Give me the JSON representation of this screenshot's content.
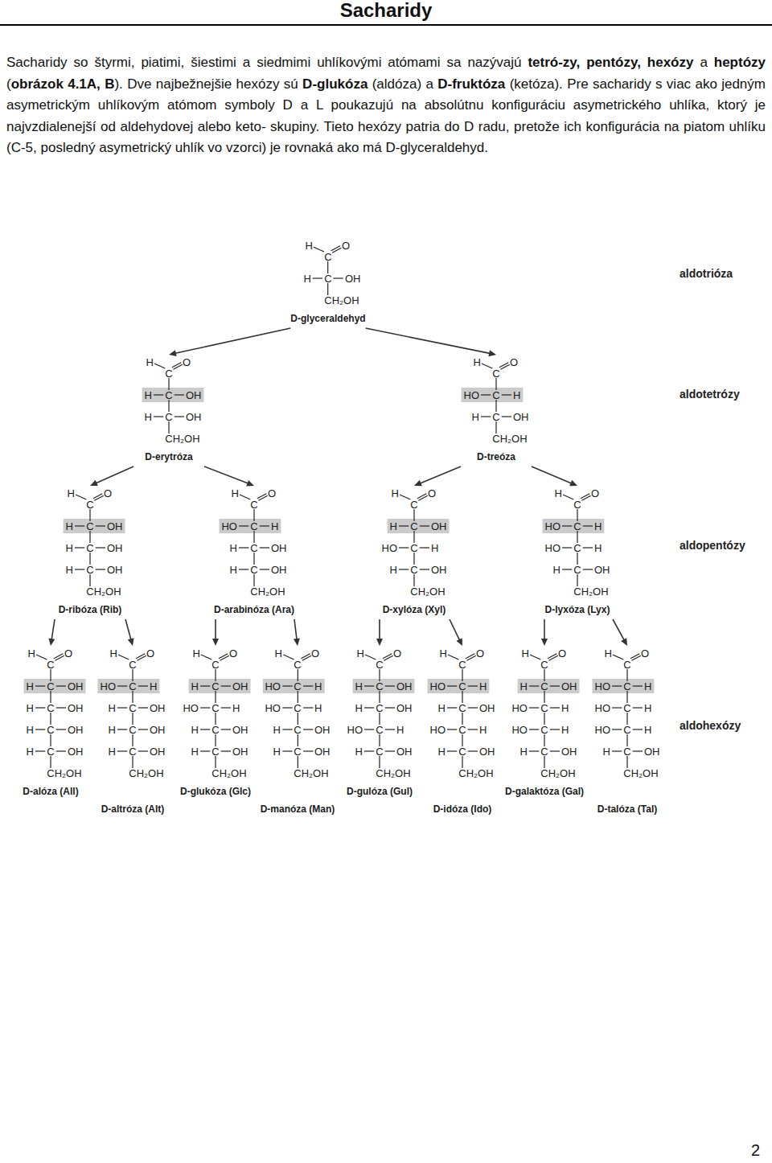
{
  "diagram": {
    "title": "Sacharidy",
    "nodes": [
      {
        "text": [
          "H",
          "C",
          "O",
          "H",
          "C",
          "OH",
          "CH₂OH",
          "D-glyceraldehyd"
        ]
      },
      {
        "text": [
          "H",
          "C",
          "O",
          "H",
          "C",
          "OH",
          "H",
          "C",
          "OH",
          "CH₂OH",
          "D-erytróza"
        ]
      },
      {
        "text": [
          "H",
          "C",
          "O",
          "HO",
          "C",
          "H",
          "H",
          "C",
          "OH",
          "CH₂OH",
          "D-treóza"
        ]
      },
      {
        "text": [
          "H",
          "C",
          "O",
          "H",
          "C",
          "OH",
          "H",
          "C",
          "OH",
          "H",
          "C",
          "OH",
          "CH₂OH",
          "D-ribóza (Rib)"
        ]
      },
      {
        "text": [
          "H",
          "C",
          "O",
          "HO",
          "C",
          "H",
          "H",
          "C",
          "OH",
          "H",
          "C",
          "OH",
          "CH₂OH",
          "D-arabinóza (Ara)"
        ]
      },
      {
        "text": [
          "H",
          "C",
          "O",
          "H",
          "C",
          "OH",
          "HO",
          "C",
          "H",
          "H",
          "C",
          "OH",
          "CH₂OH",
          "D-xylóza (Xyl)"
        ]
      },
      {
        "text": [
          "H",
          "C",
          "O",
          "HO",
          "C",
          "H",
          "HO",
          "C",
          "H",
          "H",
          "C",
          "OH",
          "CH₂OH",
          "D-lyxóza (Lyx)"
        ]
      },
      {
        "text": [
          "H",
          "C",
          "O",
          "H",
          "C",
          "OH",
          "H",
          "C",
          "OH",
          "H",
          "C",
          "OH",
          "H",
          "C",
          "OH",
          "CH₂OH",
          "D-alóza (All)"
        ]
      },
      {
        "text": [
          "H",
          "C",
          "O",
          "HO",
          "C",
          "H",
          "H",
          "C",
          "OH",
          "H",
          "C",
          "OH",
          "H",
          "C",
          "OH",
          "CH₂OH",
          "D-altróza (Alt)"
        ]
      },
      {
        "text": [
          "H",
          "C",
          "O",
          "H",
          "C",
          "OH",
          "HO",
          "C",
          "H",
          "H",
          "C",
          "OH",
          "H",
          "C",
          "OH",
          "CH₂OH",
          "D-glukóza (Glc)"
        ]
      },
      {
        "text": [
          "H",
          "C",
          "O",
          "HO",
          "C",
          "H",
          "HO",
          "C",
          "H",
          "H",
          "C",
          "OH",
          "H",
          "C",
          "OH",
          "CH₂OH",
          "D-manóza (Man)"
        ]
      },
      {
        "text": [
          "H",
          "C",
          "O",
          "H",
          "C",
          "OH",
          "H",
          "C",
          "OH",
          "HO",
          "C",
          "H",
          "H",
          "C",
          "OH",
          "CH₂OH",
          "D-gulóza (Gul)"
        ]
      },
      {
        "text": [
          "H",
          "C",
          "O",
          "HO",
          "C",
          "H",
          "H",
          "C",
          "OH",
          "HO",
          "C",
          "H",
          "H",
          "C",
          "OH",
          "CH₂OH",
          "D-idóza (Ido)"
        ]
      },
      {
        "text": [
          "H",
          "C",
          "O",
          "H",
          "C",
          "OH",
          "HO",
          "C",
          "H",
          "HO",
          "C",
          "H",
          "H",
          "C",
          "OH",
          "CH₂OH",
          "D-galaktóza (Gal)"
        ]
      },
      {
        "text": [
          "H",
          "C",
          "O",
          "HO",
          "C",
          "H",
          "HO",
          "C",
          "H",
          "HO",
          "C",
          "H",
          "H",
          "C",
          "OH",
          "CH₂OH",
          "D-talóza (Tal)"
        ]
      }
    ],
    "edges": [
      {
        "from": 0,
        "to": 1,
        "arrow": "to"
      },
      {
        "from": 0,
        "to": 2,
        "arrow": "to"
      },
      {
        "from": 1,
        "to": 3,
        "arrow": "to"
      },
      {
        "from": 1,
        "to": 4,
        "arrow": "to"
      },
      {
        "from": 2,
        "to": 5,
        "arrow": "to"
      },
      {
        "from": 2,
        "to": 6,
        "arrow": "to"
      },
      {
        "from": 3,
        "to": 7,
        "arrow": "to"
      },
      {
        "from": 3,
        "to": 8,
        "arrow": "to"
      },
      {
        "from": 4,
        "to": 9,
        "arrow": "to"
      },
      {
        "from": 4,
        "to": 10,
        "arrow": "to"
      },
      {
        "from": 5,
        "to": 11,
        "arrow": "to"
      },
      {
        "from": 5,
        "to": 12,
        "arrow": "to"
      },
      {
        "from": 6,
        "to": 13,
        "arrow": "to"
      },
      {
        "from": 6,
        "to": 14,
        "arrow": "to"
      }
    ],
    "labels": [
      "Sacharidy so štyrmi, piatimi, šiestimi a siedmimi uhlíkovými atómami sa nazývajú ",
      "tetró-zy, pentózy, hexózy",
      " a ",
      "heptózy",
      " (",
      "obrázok 4.1A, B",
      "). Dve najbežnejšie hexózy sú ",
      "D-glukóza",
      " (aldóza) a ",
      "D-fruktóza",
      " (ketóza). Pre sacharidy s viac ako jedným asymetrickým uhlíkovým atómom symboly D a L poukazujú na absolútnu konfiguráciu asymetrického uhlíka, ktorý je najvzdialenejší od aldehydovej alebo keto- skupiny. Tieto hexózy patria do D radu, pretože ich konfigurácia na piatom uhlíku (C-5, posledný asymetrický uhlík vo vzorci) je rovnaká ako má D-glyceraldehyd.",
      "aldotrióza",
      "aldotetrózy",
      "aldopentózy",
      "aldohexózy",
      "2"
    ]
  }
}
